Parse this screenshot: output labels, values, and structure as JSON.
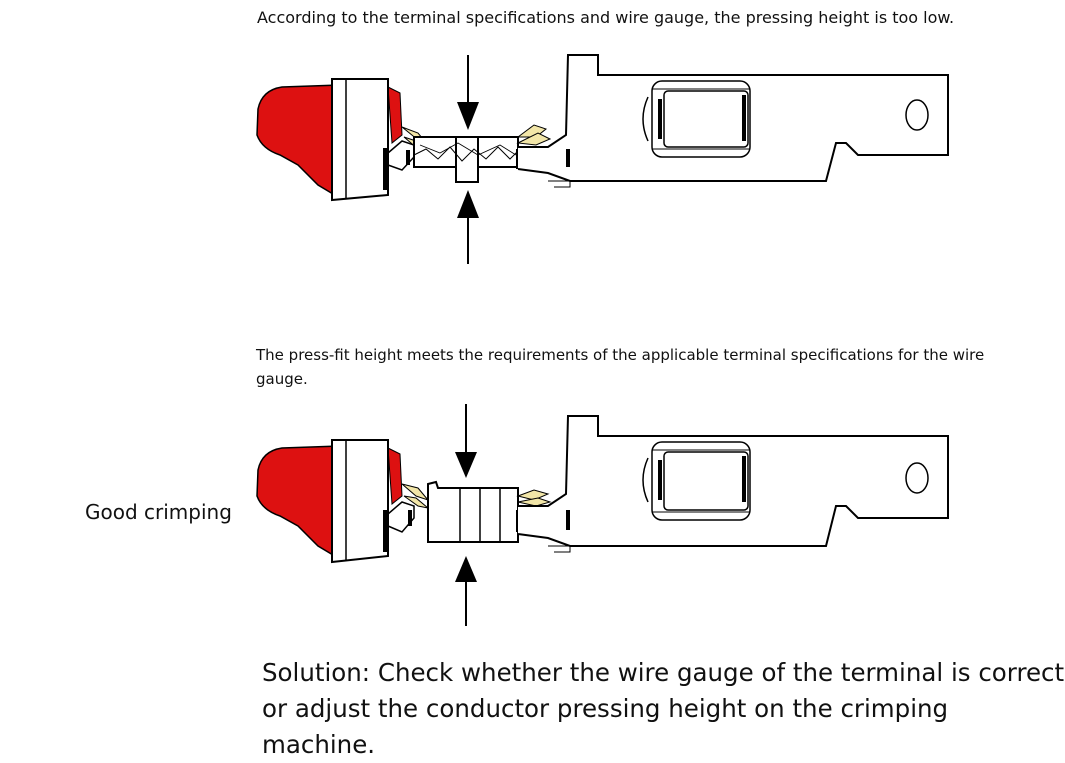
{
  "captions": {
    "too_low": "According to the terminal specifications and wire gauge, the pressing height is too low.",
    "meets": "The press-fit height meets the requirements of the applicable terminal specifications for the wire gauge."
  },
  "side_label": "Good crimping",
  "solution": {
    "line1": "Solution: Check whether the wire gauge of the terminal is correct",
    "line2": "or adjust the conductor pressing height on the crimping machine."
  },
  "colors": {
    "insulation": "#dd1111",
    "strands": "#f2e6a8",
    "stroke": "#000000"
  },
  "icons": {
    "press_arrow_down": "arrow-down-icon",
    "press_arrow_up": "arrow-up-icon"
  }
}
